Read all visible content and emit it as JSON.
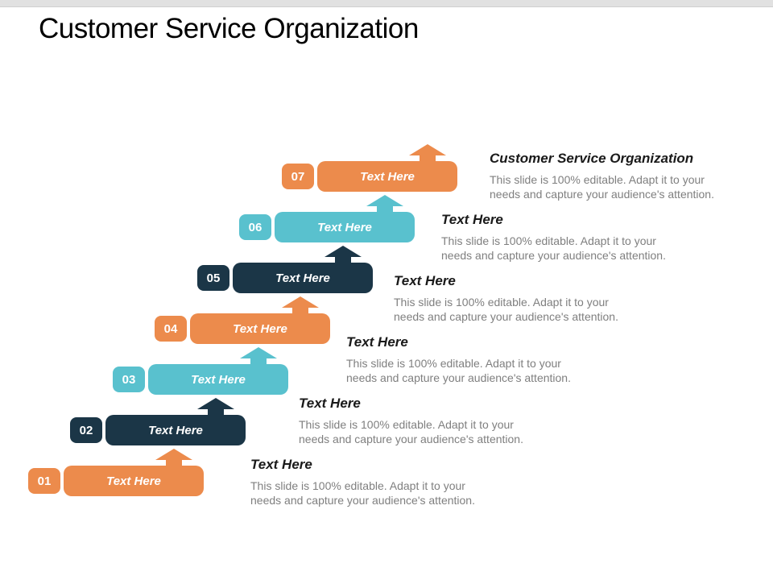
{
  "slide": {
    "title": "Customer Service Organization"
  },
  "colors": {
    "orange": "#EC8B4C",
    "teal": "#59C1CE",
    "navy": "#1B3647",
    "top_band": "#E1E1E1",
    "heading_text": "#1A1A1A",
    "body_text": "#7F7F7F"
  },
  "steps": [
    {
      "number": "01",
      "label": "Text Here"
    },
    {
      "number": "02",
      "label": "Text Here"
    },
    {
      "number": "03",
      "label": "Text Here"
    },
    {
      "number": "04",
      "label": "Text Here"
    },
    {
      "number": "05",
      "label": "Text Here"
    },
    {
      "number": "06",
      "label": "Text Here"
    },
    {
      "number": "07",
      "label": "Text Here"
    }
  ],
  "callouts": [
    {
      "heading": "Customer Service Organization",
      "body": [
        "This slide is 100% editable. Adapt it to your",
        "needs and capture your audience's attention."
      ]
    },
    {
      "heading": "Text Here",
      "body": [
        "This slide is 100% editable. Adapt it to your",
        "needs and capture your audience's attention."
      ]
    },
    {
      "heading": "Text Here",
      "body": [
        "This slide is 100% editable. Adapt it to your",
        "needs and capture your audience's attention."
      ]
    },
    {
      "heading": "Text Here",
      "body": [
        "This slide is 100% editable. Adapt it to your",
        "needs and capture your audience's attention."
      ]
    },
    {
      "heading": "Text Here",
      "body": [
        "This slide is 100% editable. Adapt it to your",
        "needs and capture your audience's attention."
      ]
    },
    {
      "heading": "Text Here",
      "body": [
        "This slide is 100% editable. Adapt it to your",
        "needs and capture your audience's attention."
      ]
    }
  ]
}
